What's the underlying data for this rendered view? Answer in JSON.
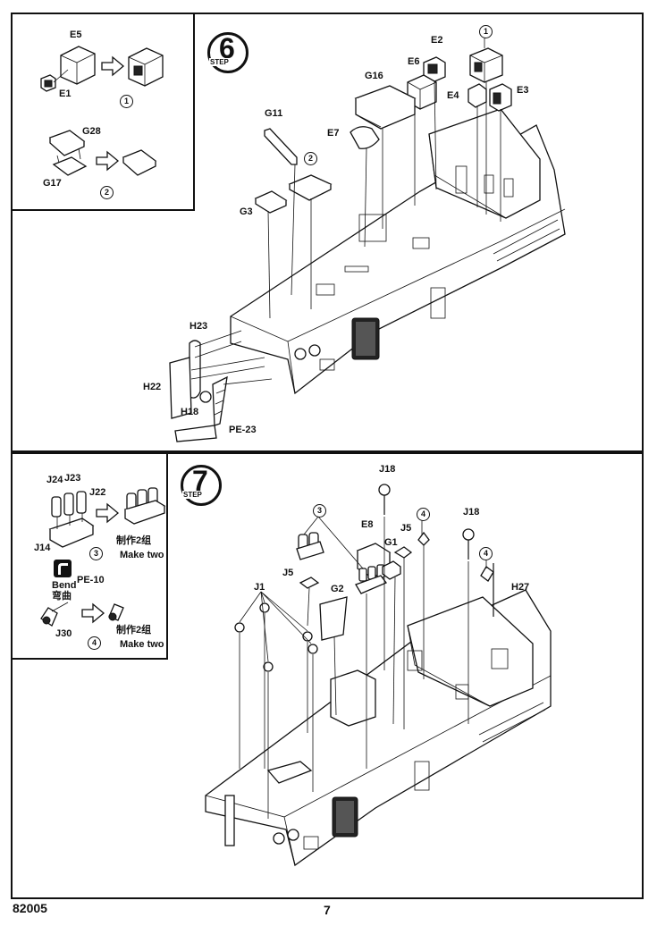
{
  "page": {
    "code": "82005",
    "number": "7"
  },
  "step6": {
    "badge_number": "6",
    "badge_word": "STEP",
    "inset_labels": {
      "e5": "E5",
      "e1": "E1",
      "g28": "G28",
      "g17": "G17",
      "sub1": "1",
      "sub2": "2"
    },
    "labels": {
      "e2": "E2",
      "e6": "E6",
      "g16": "G16",
      "g11": "G11",
      "e7": "E7",
      "e4": "E4",
      "e3": "E3",
      "g3": "G3",
      "h23": "H23",
      "h22": "H22",
      "h18": "H18",
      "pe23": "PE-23",
      "ref1": "1",
      "ref2": "2"
    }
  },
  "step7": {
    "badge_number": "7",
    "badge_word": "STEP",
    "inset_labels": {
      "j24": "J24",
      "j23": "J23",
      "j22": "J22",
      "j14": "J14",
      "sub3": "3",
      "make_two_cn_1": "制作2组",
      "make_two_en_1": "Make two",
      "bend_en": "Bend",
      "bend_cn": "弯曲",
      "pe10": "PE-10",
      "j30": "J30",
      "sub4": "4",
      "make_two_cn_2": "制作2组",
      "make_two_en_2": "Make two"
    },
    "labels": {
      "j18a": "J18",
      "ref3": "3",
      "e8": "E8",
      "ref4a": "4",
      "j5a": "J5",
      "g1": "G1",
      "j18b": "J18",
      "ref4b": "4",
      "j5b": "J5",
      "g2": "G2",
      "h27": "H27",
      "j1": "J1"
    }
  }
}
